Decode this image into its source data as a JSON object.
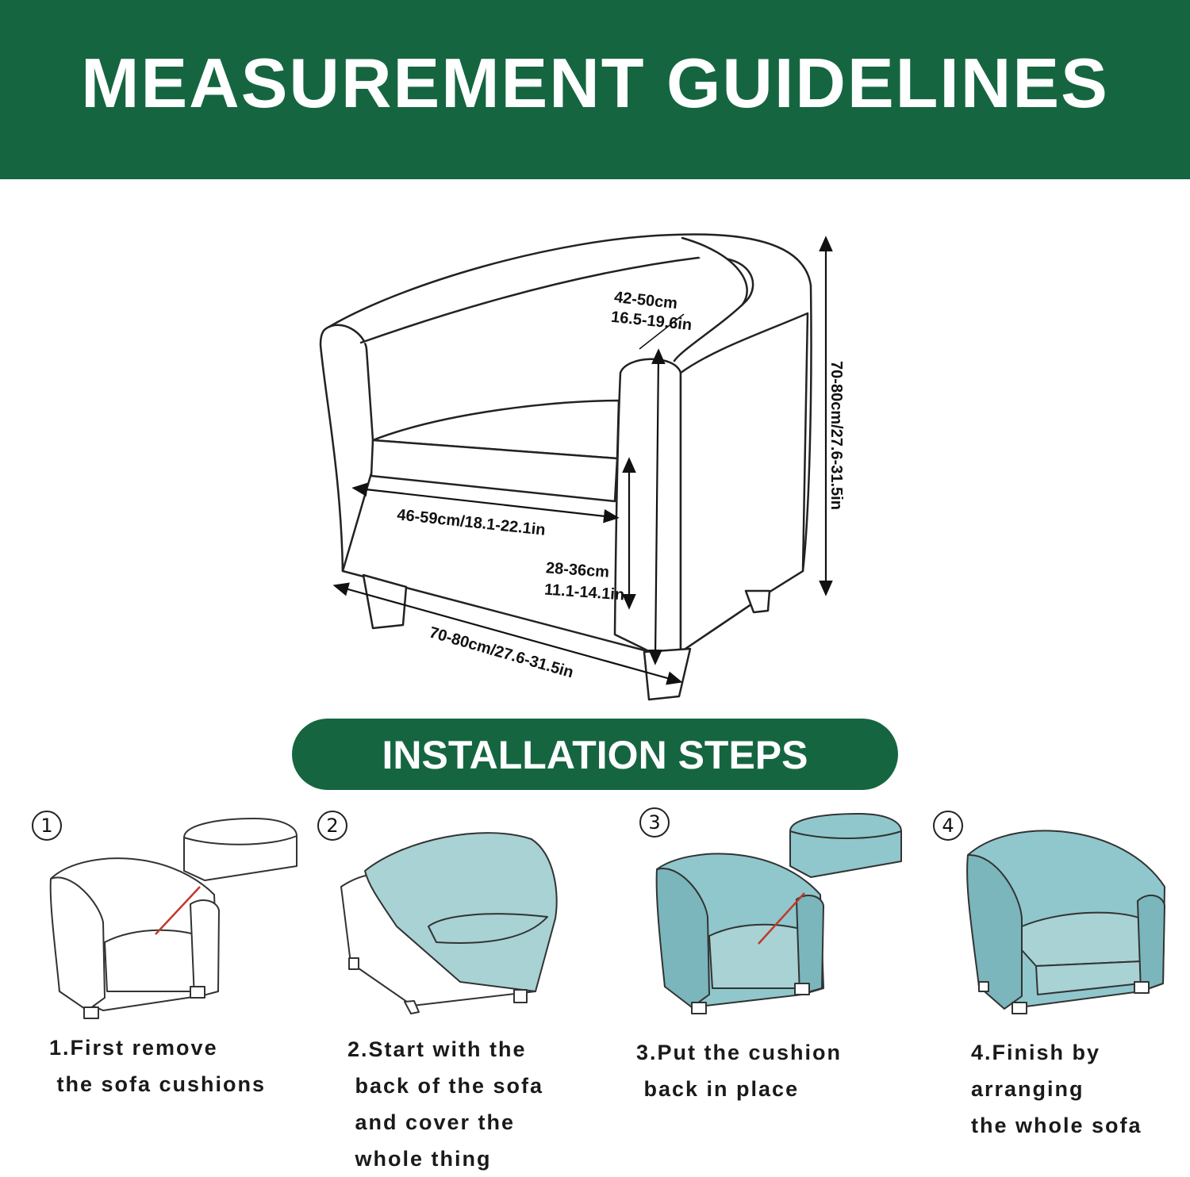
{
  "header": {
    "title": "MEASUREMENT GUIDELINES"
  },
  "dimensions": {
    "back_depth_cm": "42-50cm",
    "back_depth_in": "16.5-19.6in",
    "total_height": "70-80cm/27.6-31.5in",
    "seat_width": "46-59cm/18.1-22.1in",
    "seat_height_cm": "28-36cm",
    "seat_height_in": "11.1-14.1in",
    "total_width": "70-80cm/27.6-31.5in"
  },
  "installation": {
    "title": "INSTALLATION STEPS",
    "steps": [
      {
        "number": "1",
        "lines": [
          "1.First remove",
          " the sofa cushions"
        ]
      },
      {
        "number": "2",
        "lines": [
          "2.Start with the",
          " back of the sofa",
          " and cover the",
          " whole thing"
        ]
      },
      {
        "number": "3",
        "lines": [
          "3.Put the cushion",
          " back in place"
        ]
      },
      {
        "number": "4",
        "lines": [
          "4.Finish by",
          "arranging",
          "the whole sofa"
        ]
      }
    ]
  },
  "colors": {
    "brand_green": "#156640",
    "cover_teal": "#8fc7cc",
    "cut_red": "#c0392b"
  }
}
